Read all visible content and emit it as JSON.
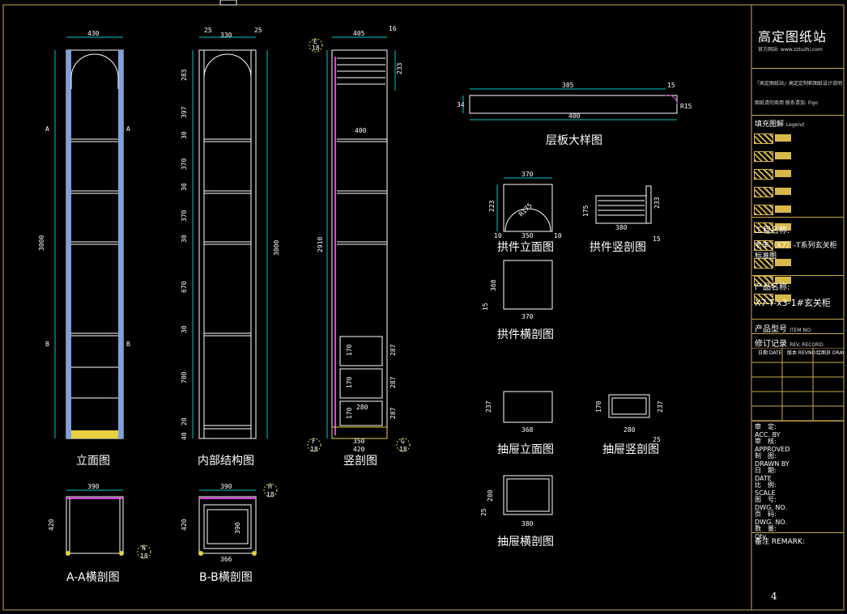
{
  "views": {
    "elevation": {
      "title": "立面图",
      "dims": [
        "430",
        "3000",
        "A",
        "A",
        "B",
        "B"
      ]
    },
    "internal": {
      "title": "内部结构图",
      "dims": [
        "25",
        "330",
        "25",
        "283",
        "397",
        "30",
        "370",
        "30",
        "370",
        "30",
        "670",
        "30",
        "700",
        "20",
        "40",
        "3000"
      ]
    },
    "section": {
      "title": "竖剖图",
      "dims": [
        "405",
        "16",
        "233",
        "400",
        "2910",
        "170",
        "287",
        "170",
        "287",
        "170",
        "287",
        "280",
        "350",
        "420"
      ],
      "markers": [
        "E",
        "18",
        "F",
        "18",
        "G",
        "18"
      ]
    },
    "shelf": {
      "title": "层板大样图",
      "dims": [
        "385",
        "15",
        "400",
        "34",
        "R15"
      ]
    },
    "arch_front": {
      "title": "拱件立面图",
      "dims": [
        "370",
        "223",
        "R175",
        "350",
        "10",
        "10"
      ]
    },
    "arch_side": {
      "title": "拱件竖剖图",
      "dims": [
        "175",
        "233",
        "380",
        "15"
      ]
    },
    "arch_plan": {
      "title": "拱件横剖图",
      "dims": [
        "368",
        "15",
        "370"
      ]
    },
    "drawer_front": {
      "title": "抽屉立面图",
      "dims": [
        "237",
        "368"
      ]
    },
    "drawer_side": {
      "title": "抽屉竖剖图",
      "dims": [
        "170",
        "237",
        "280",
        "25"
      ]
    },
    "drawer_plan": {
      "title": "抽屉横剖图",
      "dims": [
        "280",
        "25",
        "380"
      ]
    },
    "section_aa": {
      "title": "A-A横剖图",
      "dims": [
        "390",
        "420"
      ],
      "markers": [
        "N",
        "18"
      ]
    },
    "section_bb": {
      "title": "B-B横剖图",
      "dims": [
        "390",
        "420",
        "390",
        "366"
      ],
      "markers": [
        "H",
        "18"
      ]
    }
  },
  "titleblock": {
    "logo": "高定图纸站",
    "website": "官方网站: www.zztuzhi.com",
    "notice1": "『高定图纸站』高定定制柜图纸设计说明",
    "notice2": "图纸请勿商用 联系请加: Figo",
    "legend_title": "填充图解",
    "legend_sub": "Legend",
    "project_label": "工程名称:",
    "project_value": "老李（X7）-T系列玄关柜标准图",
    "product_label": "产品名称:",
    "product_value": "X7-T-x3-1#玄关柜",
    "model_label": "产品型号",
    "model_en": "ITEM NO:",
    "rev_label": "修订记录",
    "rev_en": "REV. RECORD:",
    "rev_cols": [
      "日期\nDATE",
      "版本\nREVNO",
      "绘图员\nDRAWN"
    ],
    "rows": [
      {
        "cn": "审　定:",
        "en": "ACC. BY"
      },
      {
        "cn": "审　核:",
        "en": "APPROVED"
      },
      {
        "cn": "制　图:",
        "en": "DRAWN BY"
      },
      {
        "cn": "日　期:",
        "en": "DATE"
      },
      {
        "cn": "比　例:",
        "en": "SCALE"
      },
      {
        "cn": "图　号:",
        "en": "DWG. NO."
      },
      {
        "cn": "页　码:",
        "en": "DWG. NO."
      },
      {
        "cn": "数　量:",
        "en": "Qty."
      }
    ],
    "remark": "备注 REMARK:",
    "page": "4"
  },
  "colors": {
    "frame": "#c9a84c",
    "line": "#ffffff",
    "dim": "#00c8c8",
    "panel": "#6a8fd8",
    "magenta": "#e040e0",
    "yellow": "#e8d040"
  }
}
